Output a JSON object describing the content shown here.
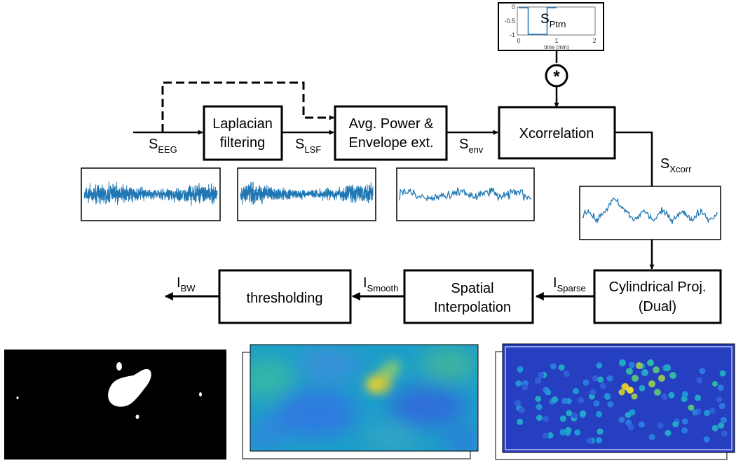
{
  "blocks": {
    "laplacian": [
      "Laplacian",
      "filtering"
    ],
    "avg_power": [
      "Avg. Power &",
      "Envelope ext."
    ],
    "xcorr": "Xcorrelation",
    "cyl_proj": [
      "Cylindrical Proj.",
      "(Dual)"
    ],
    "spatial": [
      "Spatial",
      "Interpolation"
    ],
    "threshold": "thresholding",
    "conv_operator": "*"
  },
  "signals": {
    "s_eeg": {
      "base": "S",
      "sub": "EEG"
    },
    "s_lsf": {
      "base": "S",
      "sub": "LSF"
    },
    "s_env": {
      "base": "S",
      "sub": "env"
    },
    "s_xcorr": {
      "base": "S",
      "sub": "Xcorr"
    },
    "s_ptrn": {
      "base": "S",
      "sub": "Ptrn"
    },
    "i_sparse": {
      "base": "I",
      "sub": "Sparse"
    },
    "i_smooth": {
      "base": "I",
      "sub": "Smooth"
    },
    "i_bw": {
      "base": "I",
      "sub": "BW"
    }
  },
  "pattern_plot": {
    "y_ticks": [
      "0",
      "-0.5",
      "-1"
    ],
    "x_ticks": [
      "0",
      "1",
      "2"
    ],
    "x_label": "time (min)",
    "x": [
      0,
      0.25,
      0.25,
      0.75,
      0.75,
      1.0
    ],
    "y": [
      0,
      0,
      -1,
      -1,
      0,
      0
    ],
    "line_color": "#1f77b4"
  },
  "colors": {
    "line": "#1f77b4",
    "parula_low": "#3e26a8",
    "parula_mid": "#21b1ad",
    "parula_high": "#f9fb0e"
  }
}
